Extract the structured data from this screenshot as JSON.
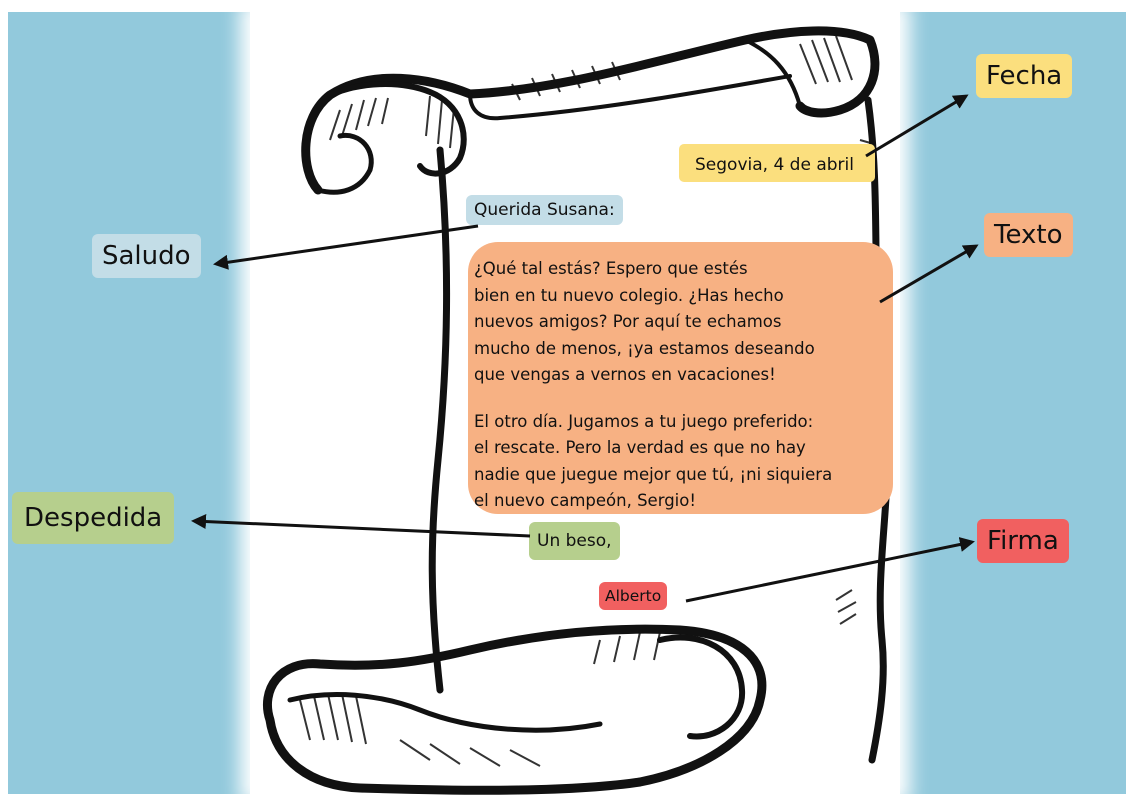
{
  "labels": {
    "fecha": "Fecha",
    "texto": "Texto",
    "saludo": "Saludo",
    "despedida": "Despedida",
    "firma": "Firma"
  },
  "letter": {
    "date": "Segovia, 4 de abril",
    "greeting": "Querida Susana:",
    "body_paragraph_1": "¿Qué tal estás? Espero que estés\nbien en tu nuevo colegio. ¿Has hecho\nnuevos amigos? Por aquí te echamos\nmucho de menos, ¡ya estamos deseando\nque vengas a vernos en vacaciones!",
    "body_paragraph_2": "El otro día. Jugamos a tu juego preferido:\nel rescate. Pero la verdad es que no hay\nnadie que juegue mejor que tú, ¡ni siquiera\nel nuevo campeón, Sergio!",
    "closing": "Un beso,",
    "signature": "Alberto"
  },
  "colors": {
    "background": "#92c9dc",
    "fecha": "#fbdf7e",
    "texto": "#f7b183",
    "saludo": "#c3dde7",
    "despedida": "#b6cf8d",
    "firma": "#f16060"
  }
}
